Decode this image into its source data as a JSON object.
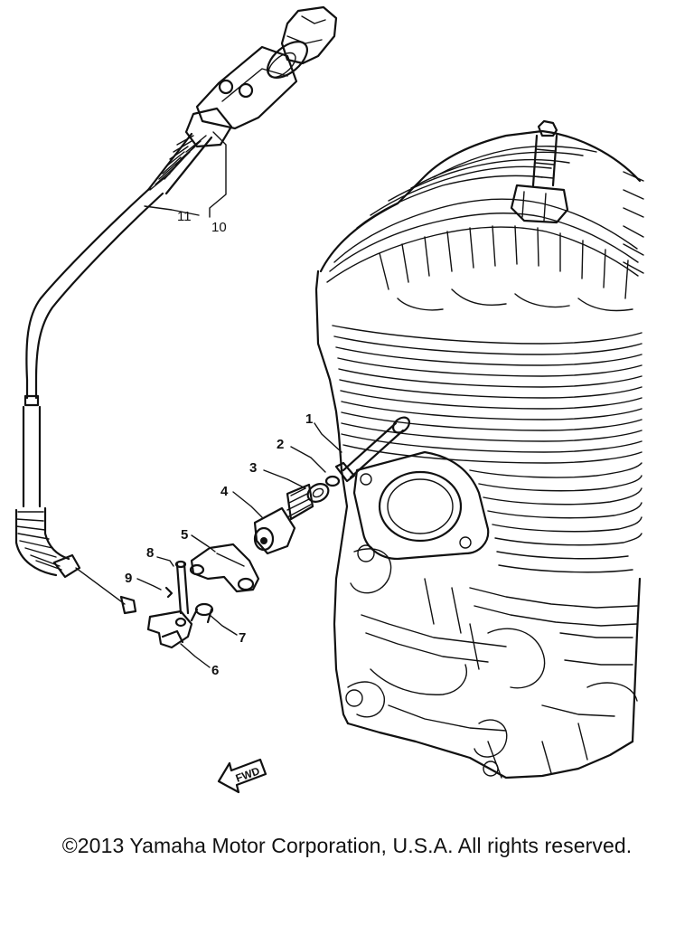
{
  "diagram": {
    "callouts": [
      {
        "id": "1",
        "text": "1"
      },
      {
        "id": "2",
        "text": "2"
      },
      {
        "id": "3",
        "text": "3"
      },
      {
        "id": "4",
        "text": "4"
      },
      {
        "id": "5",
        "text": "5"
      },
      {
        "id": "6",
        "text": "6"
      },
      {
        "id": "7",
        "text": "7"
      },
      {
        "id": "8",
        "text": "8"
      },
      {
        "id": "9",
        "text": "9"
      },
      {
        "id": "10",
        "text": "10"
      },
      {
        "id": "11",
        "text": "11"
      }
    ],
    "fwd_label": "FWD"
  },
  "footer": {
    "copyright": "©2013 Yamaha Motor Corporation, U.S.A. All rights reserved."
  }
}
